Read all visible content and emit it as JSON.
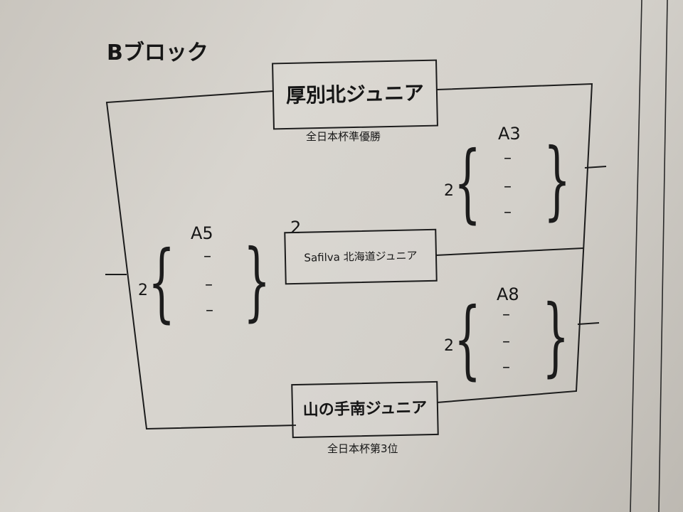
{
  "block_title": "Bブロック",
  "teams": {
    "top": {
      "name": "厚別北ジュニア",
      "note": "全日本杯準優勝"
    },
    "middle": {
      "name": "Safilva 北海道ジュニア",
      "seed_marker": "2"
    },
    "bottom": {
      "name": "山の手南ジュニア",
      "note": "全日本杯第3位"
    }
  },
  "pools": {
    "a5": {
      "title": "A5",
      "count": "2",
      "slots": [
        "–",
        "–",
        "–"
      ]
    },
    "a3": {
      "title": "A3",
      "count": "2",
      "slots": [
        "–",
        "–",
        "–"
      ]
    },
    "a8": {
      "title": "A8",
      "count": "2",
      "slots": [
        "–",
        "–",
        "–"
      ]
    }
  },
  "colors": {
    "ink": "#1c1c1c",
    "paper": "#d6d3cd"
  }
}
